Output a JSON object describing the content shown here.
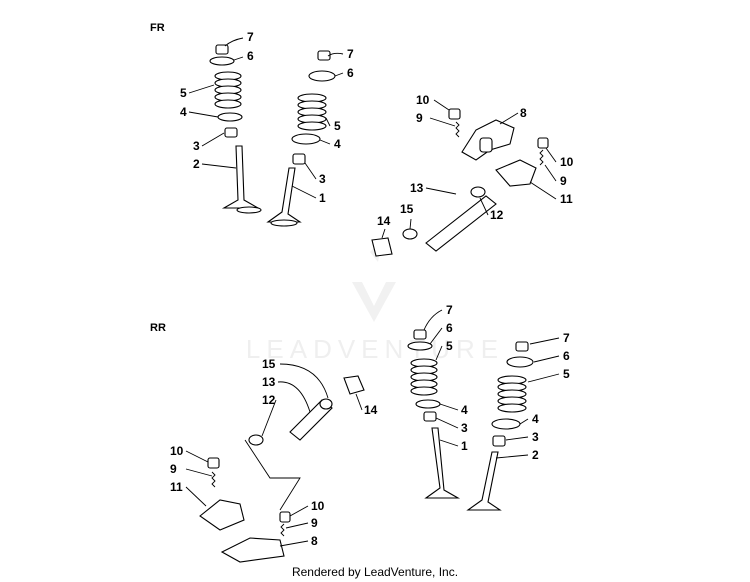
{
  "sections": {
    "front": "FR",
    "rear": "RR"
  },
  "watermark": "LEADVENTURE",
  "footer": "Rendered by LeadVenture, Inc.",
  "callouts": {
    "fr1": [
      "7",
      "6",
      "5",
      "4",
      "3",
      "2"
    ],
    "fr2": [
      "7",
      "6",
      "5",
      "4",
      "3",
      "1"
    ],
    "fr3": [
      "10",
      "9",
      "8",
      "10",
      "9",
      "11",
      "13",
      "15",
      "14",
      "12"
    ],
    "rr1": [
      "15",
      "13",
      "12",
      "14",
      "10",
      "9",
      "11",
      "10",
      "9",
      "8"
    ],
    "rr2": [
      "7",
      "6",
      "5",
      "4",
      "3",
      "1"
    ],
    "rr3": [
      "7",
      "6",
      "5",
      "4",
      "3",
      "2"
    ]
  }
}
